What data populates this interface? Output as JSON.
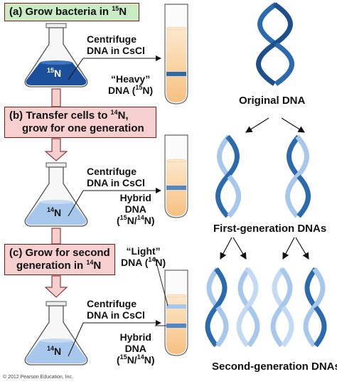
{
  "steps": {
    "a": {
      "label": "(a) Grow bacteria in ",
      "sup": "15",
      "rest": "N"
    },
    "b": {
      "label": "(b) Transfer cells to ",
      "sup": "14",
      "rest": "N,",
      "line2": "grow for one generation"
    },
    "c": {
      "label": "(c) Grow for second",
      "line2a": "generation in ",
      "sup": "14",
      "rest": "N"
    }
  },
  "flasks": {
    "f1": {
      "sup": "15",
      "rest": "N"
    },
    "f2": {
      "sup": "14",
      "rest": "N"
    },
    "f3": {
      "sup": "14",
      "rest": "N"
    }
  },
  "centrifuge": {
    "line1": "Centrifuge",
    "line2": "DNA in CsCl"
  },
  "bands": {
    "heavy": {
      "line1": "“Heavy”",
      "line2a": "DNA (",
      "sup": "15",
      "line2b": "N)"
    },
    "hybrid": {
      "line1": "Hybrid",
      "line2": "DNA",
      "line3a": "(",
      "sup1": "15",
      "line3b": "N/",
      "sup2": "14",
      "line3c": "N)"
    },
    "light": {
      "line1": "“Light”",
      "line2a": "DNA (",
      "sup": "14",
      "line2b": "N)"
    }
  },
  "dna_labels": {
    "original": "Original DNA",
    "first": "First-generation DNAs",
    "second": "Second-generation DNAs"
  },
  "copyright": "© 2012 Pearson Education, Inc.",
  "colors": {
    "heavy_blue": "#2a6aad",
    "light_blue": "#a7c7eb",
    "dark_strand": "#2c6aa8",
    "green_box": "#c9ecc4",
    "pink_box": "#f6cfcf",
    "arrow_pink": "#f6cfcf",
    "gradient_orange": "#f7c98d"
  }
}
